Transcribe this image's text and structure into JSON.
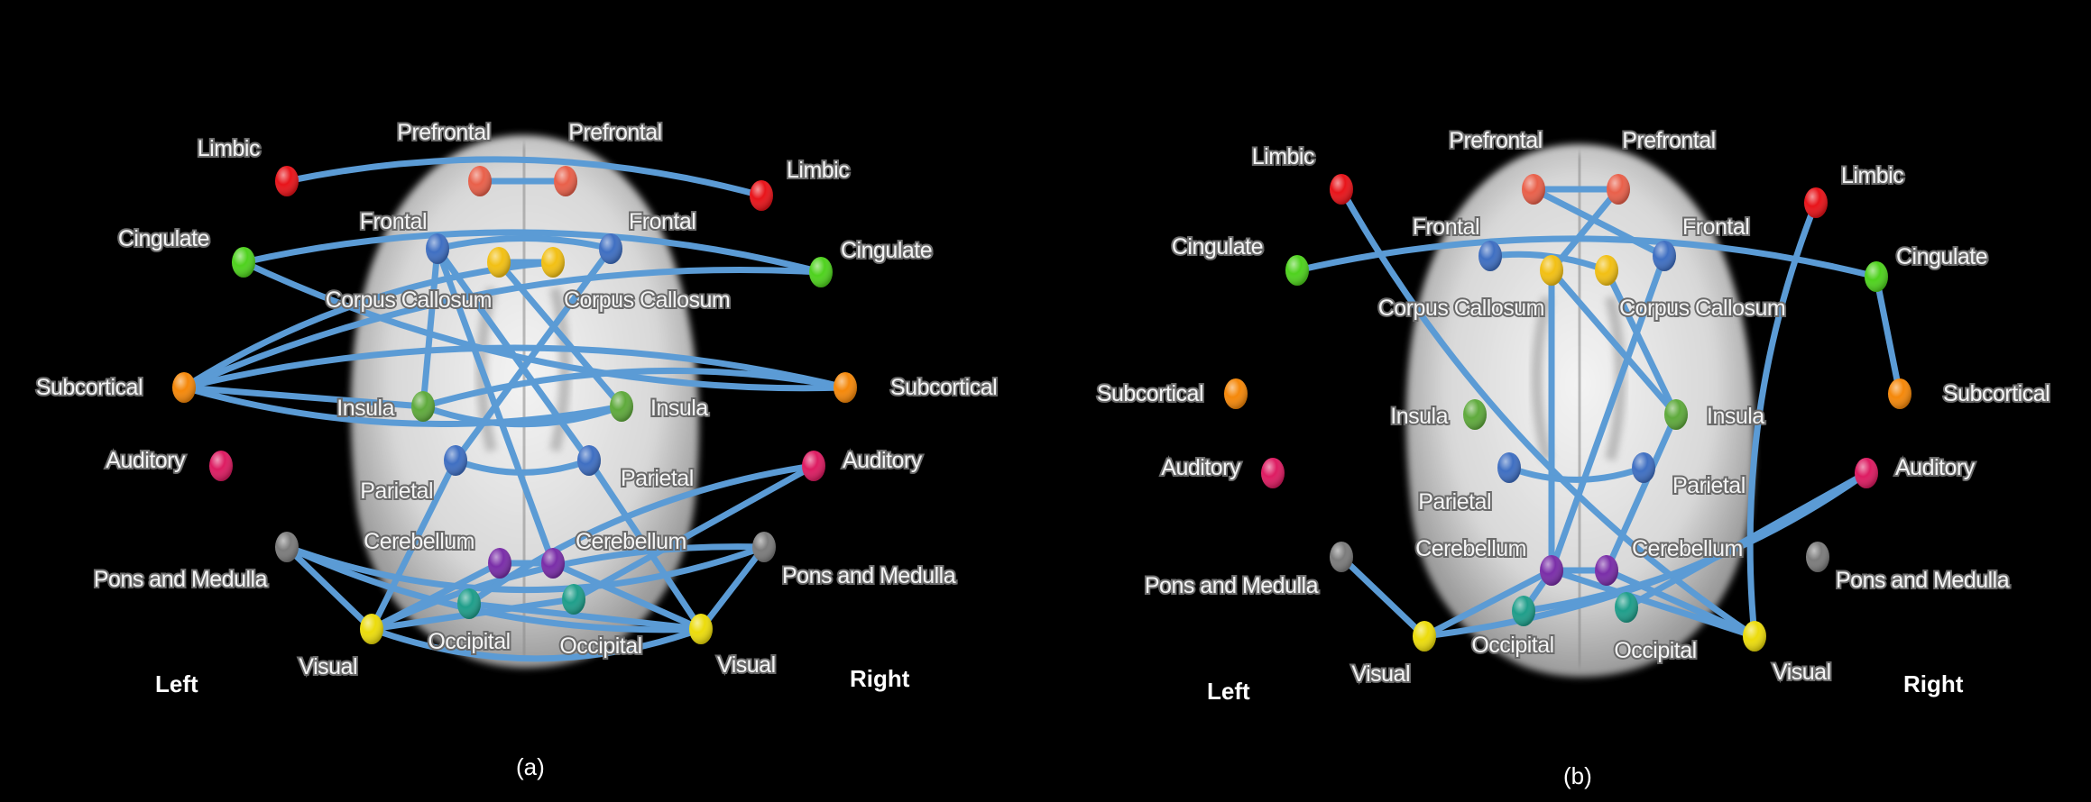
{
  "figure": {
    "panels": [
      {
        "id": "a",
        "caption": "(a)",
        "side_labels": {
          "left": "Left",
          "right": "Right"
        },
        "nodes": [
          {
            "id": "limbic_l",
            "label": "Limbic",
            "color": "#e8141a"
          },
          {
            "id": "limbic_r",
            "label": "Limbic",
            "color": "#e8141a"
          },
          {
            "id": "prefrontal_l",
            "label": "Prefrontal",
            "color": "#e9604a"
          },
          {
            "id": "prefrontal_r",
            "label": "Prefrontal",
            "color": "#e9604a"
          },
          {
            "id": "frontal_l",
            "label": "Frontal",
            "color": "#3f6fc2"
          },
          {
            "id": "frontal_r",
            "label": "Frontal",
            "color": "#3f6fc2"
          },
          {
            "id": "cc_l",
            "label": "Corpus Callosum",
            "color": "#f2c014"
          },
          {
            "id": "cc_r",
            "label": "Corpus Callosum",
            "color": "#f2c014"
          },
          {
            "id": "cingulate_l",
            "label": "Cingulate",
            "color": "#4fd21e"
          },
          {
            "id": "cingulate_r",
            "label": "Cingulate",
            "color": "#4fd21e"
          },
          {
            "id": "subcortical_l",
            "label": "Subcortical",
            "color": "#f5880a"
          },
          {
            "id": "subcortical_r",
            "label": "Subcortical",
            "color": "#f5880a"
          },
          {
            "id": "insula_l",
            "label": "Insula",
            "color": "#5faa3c"
          },
          {
            "id": "insula_r",
            "label": "Insula",
            "color": "#5faa3c"
          },
          {
            "id": "auditory_l",
            "label": "Auditory",
            "color": "#dd1c62"
          },
          {
            "id": "auditory_r",
            "label": "Auditory",
            "color": "#dd1c62"
          },
          {
            "id": "parietal_l",
            "label": "Parietal",
            "color": "#3f6fc2"
          },
          {
            "id": "parietal_r",
            "label": "Parietal",
            "color": "#3f6fc2"
          },
          {
            "id": "pons_l",
            "label": "Pons and Medulla",
            "color": "#7c7c7c"
          },
          {
            "id": "pons_r",
            "label": "Pons and Medulla",
            "color": "#7c7c7c"
          },
          {
            "id": "cerebellum_l",
            "label": "Cerebellum",
            "color": "#7a2ea8"
          },
          {
            "id": "cerebellum_r",
            "label": "Cerebellum",
            "color": "#7a2ea8"
          },
          {
            "id": "occipital_l",
            "label": "Occipital",
            "color": "#1f9e8a"
          },
          {
            "id": "occipital_r",
            "label": "Occipital",
            "color": "#1f9e8a"
          },
          {
            "id": "visual_l",
            "label": "Visual",
            "color": "#ecdc0c"
          },
          {
            "id": "visual_r",
            "label": "Visual",
            "color": "#ecdc0c"
          }
        ],
        "edges": [
          [
            "limbic_l",
            "limbic_r"
          ],
          [
            "prefrontal_l",
            "prefrontal_r"
          ],
          [
            "frontal_l",
            "frontal_r"
          ],
          [
            "cc_l",
            "cc_r"
          ],
          [
            "cingulate_l",
            "cingulate_r"
          ],
          [
            "cingulate_l",
            "subcortical_r"
          ],
          [
            "cingulate_r",
            "subcortical_l"
          ],
          [
            "subcortical_l",
            "subcortical_r"
          ],
          [
            "subcortical_l",
            "insula_r"
          ],
          [
            "subcortical_r",
            "insula_l"
          ],
          [
            "subcortical_l",
            "insula_l"
          ],
          [
            "insula_l",
            "insula_r"
          ],
          [
            "frontal_l",
            "insula_l"
          ],
          [
            "frontal_l",
            "parietal_r"
          ],
          [
            "frontal_l",
            "cerebellum_r"
          ],
          [
            "frontal_r",
            "parietal_l"
          ],
          [
            "cc_l",
            "insula_r"
          ],
          [
            "cc_r",
            "subcortical_l"
          ],
          [
            "parietal_l",
            "parietal_r"
          ],
          [
            "parietal_l",
            "visual_l"
          ],
          [
            "parietal_r",
            "visual_r"
          ],
          [
            "pons_l",
            "pons_r"
          ],
          [
            "pons_l",
            "visual_l"
          ],
          [
            "pons_l",
            "visual_r"
          ],
          [
            "pons_r",
            "visual_r"
          ],
          [
            "pons_r",
            "visual_l"
          ],
          [
            "cerebellum_l",
            "cerebellum_r"
          ],
          [
            "cerebellum_r",
            "visual_r"
          ],
          [
            "cerebellum_l",
            "visual_l"
          ],
          [
            "occipital_l",
            "visual_r"
          ],
          [
            "occipital_r",
            "visual_l"
          ],
          [
            "visual_l",
            "visual_r"
          ],
          [
            "auditory_r",
            "occipital_r"
          ],
          [
            "auditory_r",
            "occipital_l"
          ]
        ]
      },
      {
        "id": "b",
        "caption": "(b)",
        "side_labels": {
          "left": "Left",
          "right": "Right"
        },
        "nodes": [
          {
            "id": "limbic_l",
            "label": "Limbic",
            "color": "#e8141a"
          },
          {
            "id": "limbic_r",
            "label": "Limbic",
            "color": "#e8141a"
          },
          {
            "id": "prefrontal_l",
            "label": "Prefrontal",
            "color": "#e9604a"
          },
          {
            "id": "prefrontal_r",
            "label": "Prefrontal",
            "color": "#e9604a"
          },
          {
            "id": "frontal_l",
            "label": "Frontal",
            "color": "#3f6fc2"
          },
          {
            "id": "frontal_r",
            "label": "Frontal",
            "color": "#3f6fc2"
          },
          {
            "id": "cc_l",
            "label": "Corpus Callosum",
            "color": "#f2c014"
          },
          {
            "id": "cc_r",
            "label": "Corpus Callosum",
            "color": "#f2c014"
          },
          {
            "id": "cingulate_l",
            "label": "Cingulate",
            "color": "#4fd21e"
          },
          {
            "id": "cingulate_r",
            "label": "Cingulate",
            "color": "#4fd21e"
          },
          {
            "id": "subcortical_l",
            "label": "Subcortical",
            "color": "#f5880a"
          },
          {
            "id": "subcortical_r",
            "label": "Subcortical",
            "color": "#f5880a"
          },
          {
            "id": "insula_l",
            "label": "Insula",
            "color": "#5faa3c"
          },
          {
            "id": "insula_r",
            "label": "Insula",
            "color": "#5faa3c"
          },
          {
            "id": "auditory_l",
            "label": "Auditory",
            "color": "#dd1c62"
          },
          {
            "id": "auditory_r",
            "label": "Auditory",
            "color": "#dd1c62"
          },
          {
            "id": "parietal_l",
            "label": "Parietal",
            "color": "#3f6fc2"
          },
          {
            "id": "parietal_r",
            "label": "Parietal",
            "color": "#3f6fc2"
          },
          {
            "id": "pons_l",
            "label": "Pons and Medulla",
            "color": "#7c7c7c"
          },
          {
            "id": "pons_r",
            "label": "Pons and Medulla",
            "color": "#7c7c7c"
          },
          {
            "id": "cerebellum_l",
            "label": "Cerebellum",
            "color": "#7a2ea8"
          },
          {
            "id": "cerebellum_r",
            "label": "Cerebellum",
            "color": "#7a2ea8"
          },
          {
            "id": "occipital_l",
            "label": "Occipital",
            "color": "#1f9e8a"
          },
          {
            "id": "occipital_r",
            "label": "Occipital",
            "color": "#1f9e8a"
          },
          {
            "id": "visual_l",
            "label": "Visual",
            "color": "#ecdc0c"
          },
          {
            "id": "visual_r",
            "label": "Visual",
            "color": "#ecdc0c"
          }
        ],
        "edges": [
          [
            "prefrontal_l",
            "prefrontal_r"
          ],
          [
            "prefrontal_l",
            "frontal_r"
          ],
          [
            "prefrontal_r",
            "cc_l"
          ],
          [
            "frontal_l",
            "cc_r"
          ],
          [
            "frontal_r",
            "cerebellum_l"
          ],
          [
            "cc_l",
            "cerebellum_l"
          ],
          [
            "cc_l",
            "insula_r"
          ],
          [
            "cc_r",
            "insula_r"
          ],
          [
            "limbic_l",
            "visual_r"
          ],
          [
            "limbic_r",
            "visual_r"
          ],
          [
            "cingulate_l",
            "cingulate_r"
          ],
          [
            "cingulate_r",
            "subcortical_r"
          ],
          [
            "parietal_l",
            "parietal_r"
          ],
          [
            "insula_r",
            "cerebellum_r"
          ],
          [
            "cerebellum_l",
            "cerebellum_r"
          ],
          [
            "cerebellum_r",
            "visual_r"
          ],
          [
            "cerebellum_l",
            "visual_l"
          ],
          [
            "cerebellum_l",
            "occipital_l"
          ],
          [
            "occipital_l",
            "auditory_r"
          ],
          [
            "occipital_r",
            "auditory_r"
          ],
          [
            "visual_l",
            "auditory_r"
          ],
          [
            "cerebellum_l",
            "visual_r"
          ],
          [
            "visual_l",
            "pons_l"
          ]
        ]
      }
    ]
  }
}
